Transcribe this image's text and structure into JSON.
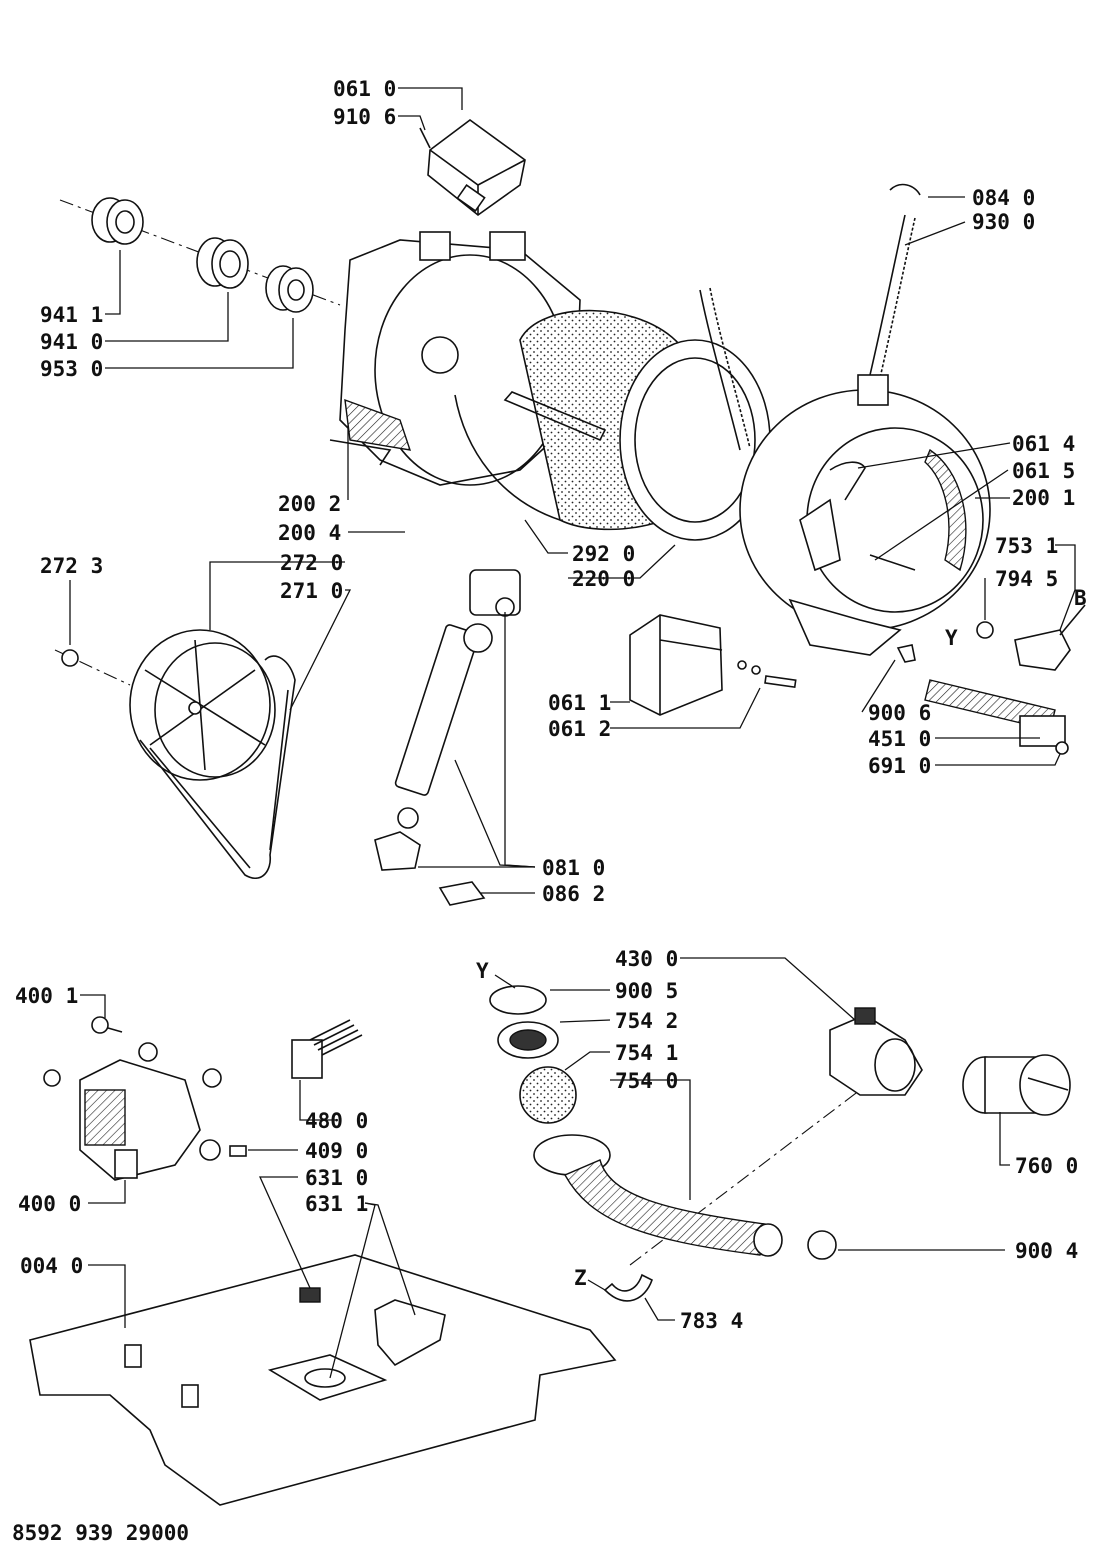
{
  "document_number": "8592 939 29000",
  "labels": [
    {
      "id": "0610",
      "text": "061 0"
    },
    {
      "id": "9106",
      "text": "910 6"
    },
    {
      "id": "0840",
      "text": "084 0"
    },
    {
      "id": "9300",
      "text": "930 0"
    },
    {
      "id": "9411",
      "text": "941 1"
    },
    {
      "id": "9410",
      "text": "941 0"
    },
    {
      "id": "9530",
      "text": "953 0"
    },
    {
      "id": "0614",
      "text": "061 4"
    },
    {
      "id": "0615",
      "text": "061 5"
    },
    {
      "id": "2001",
      "text": "200 1"
    },
    {
      "id": "2002",
      "text": "200 2"
    },
    {
      "id": "2004",
      "text": "200 4"
    },
    {
      "id": "2723",
      "text": "272 3"
    },
    {
      "id": "2720",
      "text": "272 0"
    },
    {
      "id": "2710",
      "text": "271 0"
    },
    {
      "id": "2920",
      "text": "292 0"
    },
    {
      "id": "2200",
      "text": "220 0"
    },
    {
      "id": "7531",
      "text": "753 1"
    },
    {
      "id": "7945",
      "text": "794 5"
    },
    {
      "id": "B",
      "text": "B"
    },
    {
      "id": "Y1",
      "text": "Y"
    },
    {
      "id": "0611",
      "text": "061 1"
    },
    {
      "id": "0612",
      "text": "061 2"
    },
    {
      "id": "9006",
      "text": "900 6"
    },
    {
      "id": "4510",
      "text": "451 0"
    },
    {
      "id": "6910",
      "text": "691 0"
    },
    {
      "id": "0810",
      "text": "081 0"
    },
    {
      "id": "0862",
      "text": "086 2"
    },
    {
      "id": "Y2",
      "text": "Y"
    },
    {
      "id": "4300",
      "text": "430 0"
    },
    {
      "id": "9005",
      "text": "900 5"
    },
    {
      "id": "7542",
      "text": "754 2"
    },
    {
      "id": "7541",
      "text": "754 1"
    },
    {
      "id": "7540",
      "text": "754 0"
    },
    {
      "id": "4001",
      "text": "400 1"
    },
    {
      "id": "4800",
      "text": "480 0"
    },
    {
      "id": "4090",
      "text": "409 0"
    },
    {
      "id": "6310",
      "text": "631 0"
    },
    {
      "id": "6311",
      "text": "631 1"
    },
    {
      "id": "4000",
      "text": "400 0"
    },
    {
      "id": "7600",
      "text": "760 0"
    },
    {
      "id": "9004",
      "text": "900 4"
    },
    {
      "id": "0040",
      "text": "004 0"
    },
    {
      "id": "Z",
      "text": "Z"
    },
    {
      "id": "7834",
      "text": "783 4"
    }
  ]
}
